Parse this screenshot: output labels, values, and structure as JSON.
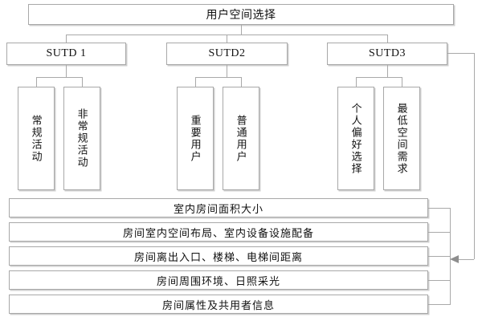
{
  "diagram": {
    "title": "用户空间选择",
    "root": {
      "label": "用户空间选择"
    },
    "branches": [
      {
        "label": "SUTD 1"
      },
      {
        "label": "SUTD2"
      },
      {
        "label": "SUTD3"
      }
    ],
    "leaves": [
      {
        "label": "常规活动",
        "parent": "SUTD 1"
      },
      {
        "label": "非常规活动",
        "parent": "SUTD 1"
      },
      {
        "label": "重要用户",
        "parent": "SUTD2"
      },
      {
        "label": "普通用户",
        "parent": "SUTD2"
      },
      {
        "label": "个人偏好选择",
        "parent": "SUTD3"
      },
      {
        "label": "最低空间需求",
        "parent": "SUTD3"
      }
    ],
    "attributes": [
      {
        "label": "室内房间面积大小"
      },
      {
        "label": "房间室内空间布局、室内设备设施配备"
      },
      {
        "label": "房间离出入口、楼梯、电梯间距离"
      },
      {
        "label": "房间周围环境、日照采光"
      },
      {
        "label": "房间属性及共用者信息"
      }
    ],
    "colors": {
      "box_border": "#a8a8a8",
      "box_shadow": "#cfcfcf",
      "connector": "#a9a9a9",
      "arrow": "#8e8e8e",
      "text": "#111111",
      "background": "#ffffff"
    }
  }
}
